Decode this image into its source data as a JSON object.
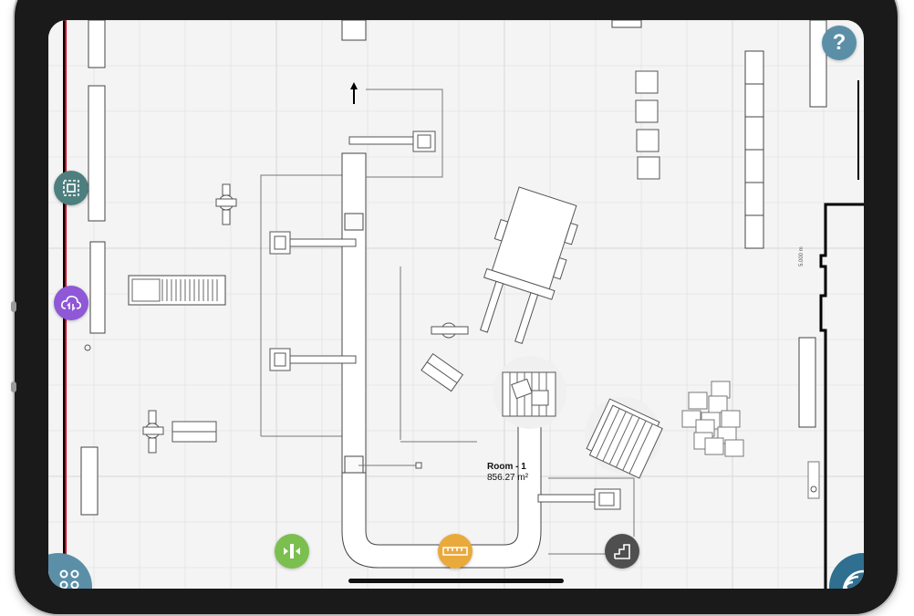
{
  "device": {
    "frame_color": "#1a1a1a"
  },
  "canvas": {
    "background": "#f4f4f4",
    "grid_color": "#dcdcdc",
    "wall_color": "#000000",
    "accent_line_color": "#d0021b"
  },
  "room": {
    "name": "Room - 1",
    "area": "856.27 m²"
  },
  "dimension_label": "5.000 m",
  "buttons": {
    "help": {
      "icon": "question-mark-icon",
      "color": "#5b8fa8"
    },
    "select_area": {
      "icon": "selection-frame-icon",
      "color": "#4e7f7f"
    },
    "cloud_sync": {
      "icon": "cloud-sync-icon",
      "color": "#8e58d6"
    },
    "fit_width": {
      "icon": "compress-horizontal-icon",
      "color": "#7bbf4f"
    },
    "measure": {
      "icon": "ruler-icon",
      "color": "#e9aa3b"
    },
    "stairs": {
      "icon": "stairs-icon",
      "color": "#4f4f4f"
    },
    "apps_menu": {
      "icon": "grid-dots-icon",
      "color": "#5b8fa8"
    },
    "signal": {
      "icon": "wifi-signal-icon",
      "color": "#2f6f8f"
    }
  }
}
